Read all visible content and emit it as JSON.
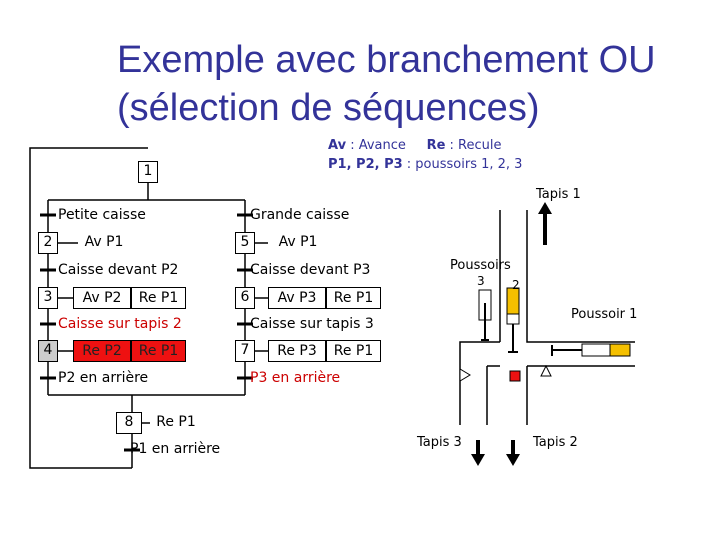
{
  "title": {
    "line1": "Exemple avec branchement OU",
    "line2": "(sélection de séquences)"
  },
  "legend": {
    "av_key": "Av",
    "av_text": " : Avance",
    "re_key": "Re",
    "re_text": " : Recule",
    "p_key": "P1, P2, P3",
    "p_text": " : poussoirs 1, 2, 3"
  },
  "grafcet": {
    "step1": "1",
    "step2": "2",
    "step3": "3",
    "step4": "4",
    "step5": "5",
    "step6": "6",
    "step7": "7",
    "step8": "8",
    "t_petite": "Petite caisse",
    "t_grande": "Grande caisse",
    "action2": "Av P1",
    "action5": "Av P1",
    "t_dev_p2": "Caisse devant P2",
    "t_dev_p3": "Caisse devant P3",
    "action3_a": "Av P2",
    "action3_b": "Re P1",
    "action6_a": "Av P3",
    "action6_b": "Re P1",
    "t_tapis2": "Caisse sur tapis 2",
    "t_tapis3": "Caisse sur tapis 3",
    "action4_a": "Re P2",
    "action4_b": "Re P1",
    "action7_a": "Re P3",
    "action7_b": "Re P1",
    "t_p2_arr": "P2 en arrière",
    "t_p3_arr": "P3 en arrière",
    "action8": "Re P1",
    "t_p1_arr": "P1 en arrière"
  },
  "schema": {
    "tapis1": "Tapis 1",
    "poussoirs": "Poussoirs",
    "num3": "3",
    "num2": "2",
    "poussoir1": "Poussoir 1",
    "tapis3": "Tapis 3",
    "tapis2": "Tapis 2"
  },
  "colors": {
    "title": "#333399",
    "active_red": "#ee1111",
    "pusher_yellow": "#f5c000"
  }
}
